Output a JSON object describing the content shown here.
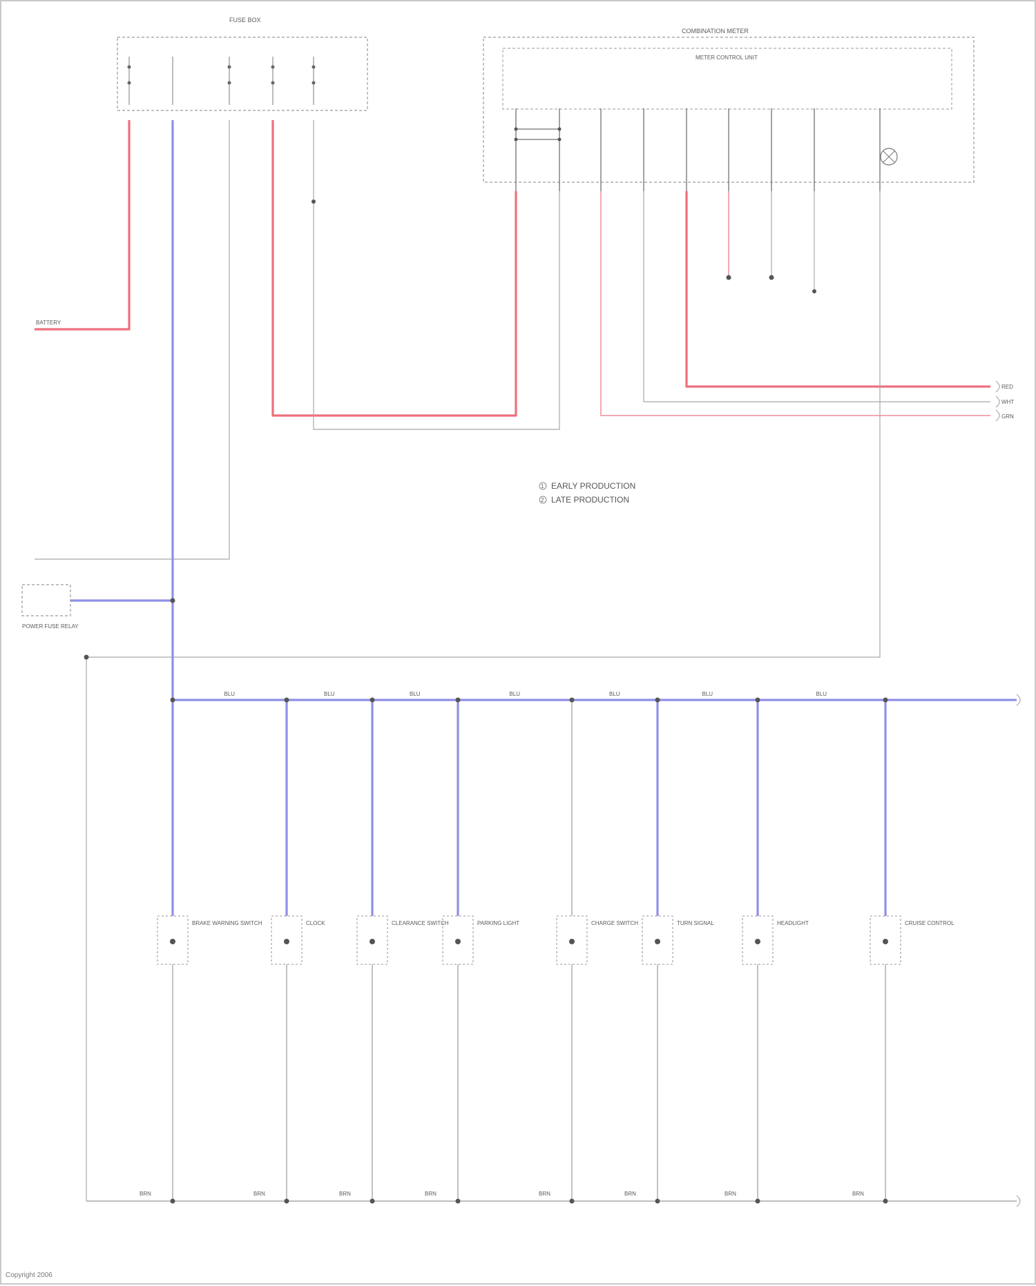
{
  "diagram": {
    "top_modules": [
      {
        "id": "fuse_box",
        "label": "FUSE BOX"
      },
      {
        "id": "combination_meter",
        "label": "COMBINATION METER"
      },
      {
        "id": "meter_control",
        "label": "METER CONTROL UNIT"
      }
    ],
    "battery_label": "BATTERY",
    "power_relay_label": "POWER FUSE RELAY",
    "legend": {
      "item1": "EARLY PRODUCTION",
      "item2": "LATE PRODUCTION"
    },
    "bus_wire_label": "BLU",
    "ground_wire_label": "BRN",
    "right_ends": [
      "RED",
      "WHT",
      "GRN"
    ],
    "components": [
      {
        "label": "BRAKE WARNING SWITCH"
      },
      {
        "label": "CLOCK"
      },
      {
        "label": "CLEARANCE SWITCH"
      },
      {
        "label": "PARKING LIGHT"
      },
      {
        "label": "CHARGE SWITCH"
      },
      {
        "label": "TURN SIGNAL"
      },
      {
        "label": "HEADLIGHT"
      },
      {
        "label": "CRUISE CONTROL"
      }
    ],
    "footer": "Copyright 2006"
  }
}
